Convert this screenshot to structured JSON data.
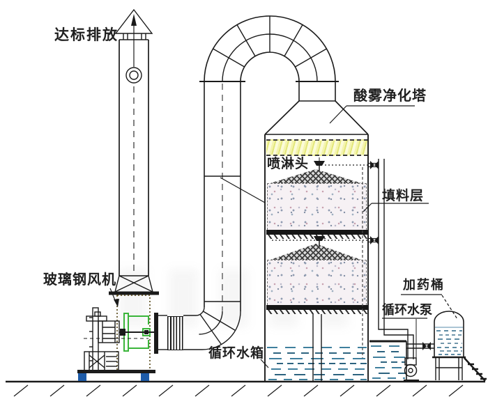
{
  "labels": {
    "emission": "达标排放",
    "fan": "玻璃钢风机",
    "tower": "酸雾净化塔",
    "spray_head": "喷淋头",
    "packing_layer": "填料层",
    "water_tank": "循环水箱",
    "water_pump": "循环水泵",
    "dosing_barrel": "加药桶"
  },
  "icons": {
    "stack_cap": "chimney-rain-cap",
    "flow_arrow": "up-arrow",
    "valves": "bowtie-valve",
    "pump": "centrifugal-pump"
  },
  "colors": {
    "line": "#1a1a1a",
    "demister_yellow": "#efef9a",
    "water_blue": "#3f7f9d",
    "water_blue_dark": "#2d637f",
    "bracket_green": "#3ab53a",
    "feet_blue": "#1d5ba8",
    "packing_bg": "#f6f1f4"
  }
}
